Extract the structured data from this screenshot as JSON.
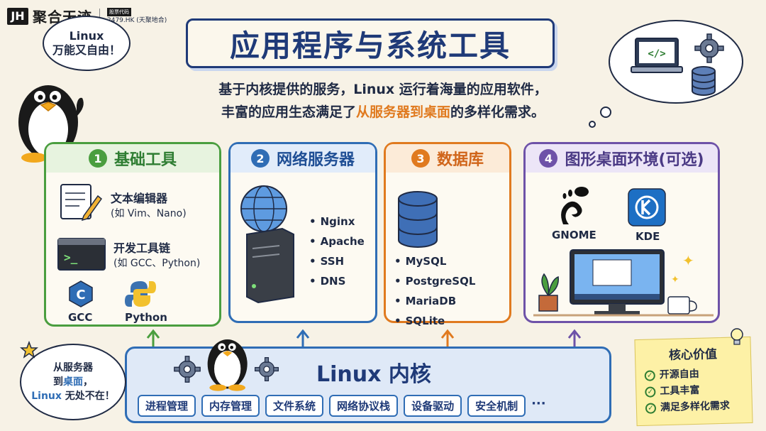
{
  "brand": {
    "logo": "JH",
    "name": "聚合天迹",
    "stock_tag": "股票代码",
    "stock_code": "2479.HK (天聚地合)"
  },
  "title": "应用程序与系统工具",
  "subtitle": {
    "line1": "基于内核提供的服务，Linux 运行着海量的应用软件，",
    "line2_pre": "丰富的应用生态满足了",
    "line2_highlight": "从服务器到桌面",
    "line2_post": "的多样化需求。"
  },
  "bubble": {
    "line1": "Linux",
    "line2": "万能又自由！"
  },
  "panels": [
    {
      "num": "1",
      "title": "基础工具",
      "items": [
        {
          "title": "文本编辑器",
          "sub": "(如 Vim、Nano)"
        },
        {
          "title": "开发工具链",
          "sub": "(如 GCC、Python)"
        }
      ],
      "logos": [
        "GCC",
        "Python"
      ]
    },
    {
      "num": "2",
      "title": "网络服务器",
      "bullets": [
        "Nginx",
        "Apache",
        "SSH",
        "DNS"
      ]
    },
    {
      "num": "3",
      "title": "数据库",
      "bullets": [
        "MySQL",
        "PostgreSQL",
        "MariaDB",
        "SQLite"
      ]
    },
    {
      "num": "4",
      "title": "图形桌面环境(可选)",
      "logos": [
        "GNOME",
        "KDE"
      ]
    }
  ],
  "kernel": {
    "title": "Linux 内核",
    "chips": [
      "进程管理",
      "内存管理",
      "文件系统",
      "网络协议栈",
      "设备驱动",
      "安全机制"
    ],
    "more": "···"
  },
  "left_note": {
    "line1": "从服务器",
    "line2_pre": "到",
    "line2_hl": "桌面",
    "line2_post": "，",
    "line3_hl": "Linux",
    "line3_post": " 无处不在！"
  },
  "sticky": {
    "title": "核心价值",
    "items": [
      "开源自由",
      "工具丰富",
      "满足多样化需求"
    ]
  },
  "colors": {
    "green": "#4a9e3f",
    "blue": "#2f6db5",
    "orange": "#e07a1f",
    "purple": "#6e52a8",
    "navy": "#1f3a78"
  },
  "icons": [
    "penguin-icon",
    "laptop-code-icon",
    "gear-icon",
    "database-icon",
    "notepad-icon",
    "terminal-icon",
    "globe-icon",
    "server-icon",
    "gnome-icon",
    "kde-icon",
    "monitor-icon",
    "plant-icon",
    "mug-icon",
    "star-icon",
    "lightbulb-icon"
  ]
}
